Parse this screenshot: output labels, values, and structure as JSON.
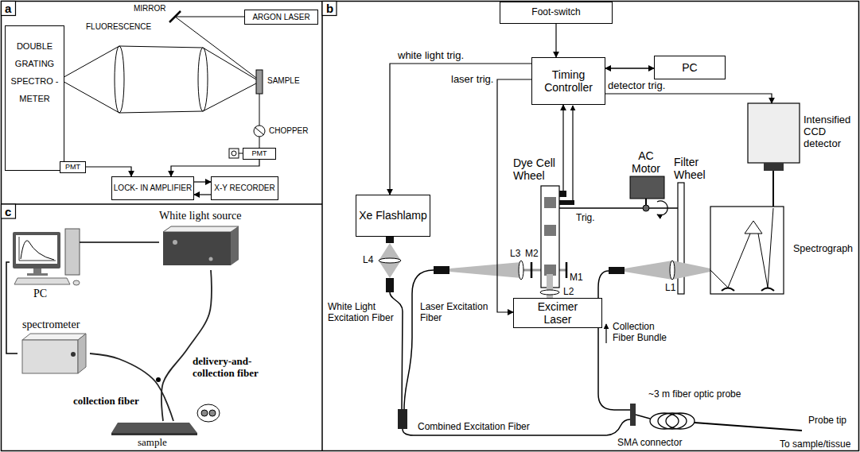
{
  "diagram": {
    "nodes": [
      {
        "text": [
          "DOUBLE GRATING SPECTRO -METER"
        ]
      },
      {
        "text": [
          "ARGON LASER"
        ]
      },
      {
        "text": [
          "PMT"
        ]
      },
      {
        "text": [
          "PMT"
        ]
      },
      {
        "text": [
          "LOCK- IN AMPLIFIER"
        ]
      },
      {
        "text": [
          "X-Y RECORDER"
        ]
      },
      {
        "text": [
          "Foot-switch"
        ]
      },
      {
        "text": [
          "Timing Controller"
        ]
      },
      {
        "text": [
          "PC"
        ]
      },
      {
        "text": [
          "Xe Flashlamp"
        ]
      },
      {
        "text": [
          "Dye Cell Wheel"
        ]
      },
      {
        "text": [
          "Excimer Laser"
        ]
      },
      {
        "text": [
          "AC Motor"
        ]
      },
      {
        "text": [
          "Filter Wheel"
        ]
      },
      {
        "text": [
          "Intensified CCD detector"
        ]
      },
      {
        "text": [
          "Spectrograph"
        ]
      },
      {
        "text": [
          "White light source"
        ]
      },
      {
        "text": [
          "PC"
        ]
      },
      {
        "text": [
          "spectrometer"
        ]
      },
      {
        "text": [
          "sample"
        ]
      }
    ],
    "edges": [
      {
        "from": 2,
        "to": 4,
        "arrow": "to"
      },
      {
        "from": 3,
        "to": 4,
        "arrow": "to"
      },
      {
        "from": 4,
        "to": 5,
        "arrow": "to"
      },
      {
        "from": 5,
        "to": 4,
        "arrow": "to"
      },
      {
        "from": 6,
        "to": 7,
        "arrow": "to"
      },
      {
        "from": 7,
        "to": 8,
        "arrow": "both"
      },
      {
        "from": 7,
        "to": 9,
        "label": "white light trig.",
        "arrow": "to"
      },
      {
        "from": 7,
        "to": 11,
        "label": "laser trig.",
        "arrow": "to"
      },
      {
        "from": 7,
        "to": 14,
        "label": "detector trig.",
        "arrow": "to"
      },
      {
        "from": 10,
        "to": 7,
        "arrow": "to"
      },
      {
        "from": 17,
        "to": 16,
        "arrow": "none"
      },
      {
        "from": 18,
        "to": 17,
        "arrow": "none"
      },
      {
        "from": 16,
        "to": 19,
        "arrow": "none"
      },
      {
        "from": 18,
        "to": 19,
        "arrow": "none"
      }
    ],
    "labels": [
      "a",
      "MIRROR",
      "FLUORESCENCE",
      "SAMPLE",
      "CHOPPER",
      "b",
      "L3",
      "M2",
      "M1",
      "L2",
      "L4",
      "L1",
      "Trig.",
      "White Light Excitation Fiber",
      "Laser Excitation Fiber",
      "Collection Fiber Bundle",
      "Combined Excitation Fiber",
      "SMA connector",
      "~3 m fiber optic probe",
      "Probe tip",
      "To sample/tissue",
      "c",
      "delivery-and-collection fiber",
      "collection fiber"
    ]
  }
}
